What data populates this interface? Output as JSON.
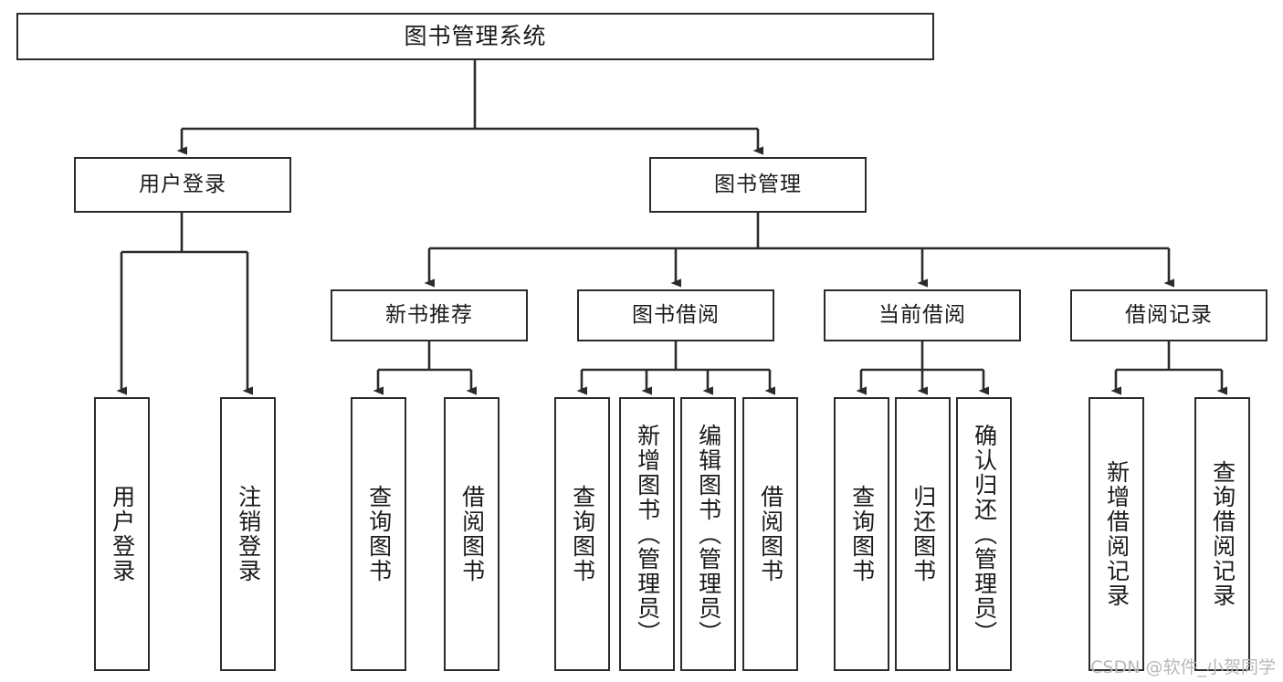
{
  "diagram": {
    "type": "tree-hierarchy",
    "title": "图书管理系统",
    "watermark": "CSDN @软件_小贺同学",
    "colors": {
      "background": "#ffffff",
      "stroke": "#2b2b2b",
      "text": "#1a1a1a",
      "watermark": "#b8b8b8"
    },
    "nodes": {
      "root": {
        "label": "图书管理系统",
        "level": 0,
        "orientation": "horizontal"
      },
      "l1": [
        {
          "id": "user-login",
          "label": "用户登录",
          "level": 1,
          "orientation": "horizontal"
        },
        {
          "id": "book-manage",
          "label": "图书管理",
          "level": 1,
          "orientation": "horizontal"
        }
      ],
      "l2": [
        {
          "id": "new-book-recommend",
          "label": "新书推荐",
          "level": 2,
          "orientation": "horizontal"
        },
        {
          "id": "book-borrow",
          "label": "图书借阅",
          "level": 2,
          "orientation": "horizontal"
        },
        {
          "id": "current-borrow",
          "label": "当前借阅",
          "level": 2,
          "orientation": "horizontal"
        },
        {
          "id": "borrow-record",
          "label": "借阅记录",
          "level": 2,
          "orientation": "horizontal"
        }
      ],
      "leaves": [
        {
          "id": "leaf-user-login",
          "label": "用户登录",
          "parent": "user-login",
          "orientation": "vertical"
        },
        {
          "id": "leaf-user-logout",
          "label": "注销登录",
          "parent": "user-login",
          "orientation": "vertical"
        },
        {
          "id": "leaf-query-book-1",
          "label": "查询图书",
          "parent": "new-book-recommend",
          "orientation": "vertical"
        },
        {
          "id": "leaf-borrow-book-1",
          "label": "借阅图书",
          "parent": "new-book-recommend",
          "orientation": "vertical"
        },
        {
          "id": "leaf-query-book-2",
          "label": "查询图书",
          "parent": "book-borrow",
          "orientation": "vertical"
        },
        {
          "id": "leaf-add-book",
          "label": "新增图书（管理员）",
          "parent": "book-borrow",
          "orientation": "vertical"
        },
        {
          "id": "leaf-edit-book",
          "label": "编辑图书（管理员）",
          "parent": "book-borrow",
          "orientation": "vertical"
        },
        {
          "id": "leaf-borrow-book-2",
          "label": "借阅图书",
          "parent": "book-borrow",
          "orientation": "vertical"
        },
        {
          "id": "leaf-query-book-3",
          "label": "查询图书",
          "parent": "current-borrow",
          "orientation": "vertical"
        },
        {
          "id": "leaf-return-book",
          "label": "归还图书",
          "parent": "current-borrow",
          "orientation": "vertical"
        },
        {
          "id": "leaf-confirm-return",
          "label": "确认归还（管理员）",
          "parent": "current-borrow",
          "orientation": "vertical"
        },
        {
          "id": "leaf-add-record",
          "label": "新增借阅记录",
          "parent": "borrow-record",
          "orientation": "vertical"
        },
        {
          "id": "leaf-query-record",
          "label": "查询借阅记录",
          "parent": "borrow-record",
          "orientation": "vertical"
        }
      ]
    }
  }
}
